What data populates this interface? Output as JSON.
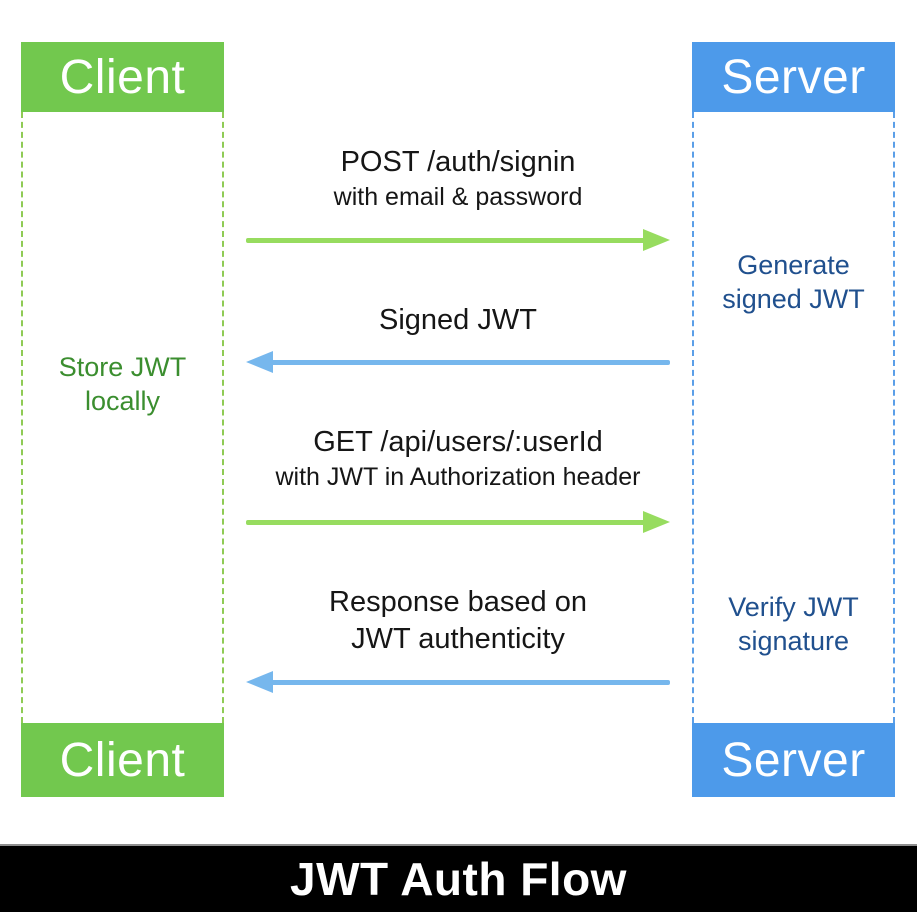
{
  "actors": {
    "client": {
      "label": "Client",
      "color": "#72C84E",
      "lifeline_dash_color": "#8FCB55"
    },
    "server": {
      "label": "Server",
      "color": "#4D9AEA",
      "lifeline_dash_color": "#5B9FE8"
    }
  },
  "messages": [
    {
      "line1": "POST /auth/signin",
      "line2": "with email & password",
      "direction": "right",
      "from": "Client",
      "to": "Server",
      "arrow_color": "#97DC5F"
    },
    {
      "line1": "Signed JWT",
      "line2": "",
      "direction": "left",
      "from": "Server",
      "to": "Client",
      "arrow_color": "#76B7ED"
    },
    {
      "line1": "GET /api/users/:userId",
      "line2": "with JWT in Authorization header",
      "direction": "right",
      "from": "Client",
      "to": "Server",
      "arrow_color": "#97DC5F"
    },
    {
      "line1": "Response based on",
      "line2": "JWT authenticity",
      "direction": "left",
      "from": "Server",
      "to": "Client",
      "arrow_color": "#76B7ED"
    }
  ],
  "notes": [
    {
      "actor": "server",
      "line1": "Generate",
      "line2": "signed JWT",
      "color": "#20508E"
    },
    {
      "actor": "client",
      "line1": "Store JWT",
      "line2": "locally",
      "color": "#3B8E2F"
    },
    {
      "actor": "server",
      "line1": "Verify JWT",
      "line2": "signature",
      "color": "#20508E"
    }
  ],
  "footer": {
    "title": "JWT Auth Flow",
    "background": "#000000",
    "text_color": "#FFFFFF"
  }
}
